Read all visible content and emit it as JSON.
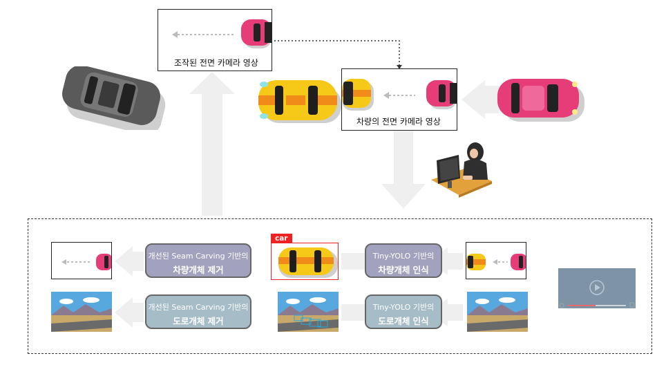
{
  "top": {
    "manipulated_caption": "조작된 전면 카메라 영상",
    "vehicle_caption": "차량의 전면 카메라 영상"
  },
  "pipeline": {
    "row1": {
      "removal_line1": "개선된 Seam Carving 기반의",
      "removal_line2": "차량개체 제거",
      "detect_line1": "Tiny-YOLO 기반의",
      "detect_line2": "차량개체 인식",
      "detection_label": "car"
    },
    "row2": {
      "removal_line1": "개선된 Seam Carving 기반의",
      "removal_line2": "도로개체 제거",
      "detect_line1": "Tiny-YOLO 기반의",
      "detect_line2": "도로개체 인식"
    }
  },
  "colors": {
    "arrow_gray": "#efefef",
    "pink_car": "#e63c78",
    "yellow_car": "#f6c818",
    "gray_car": "#555555",
    "detection_red": "#e22222",
    "removal_box": "#a3a2be",
    "road_box": "#a6bcc6",
    "video_progress": "#e86a6a"
  },
  "icons": [
    "play-icon",
    "settings-icon",
    "fullscreen-icon"
  ]
}
